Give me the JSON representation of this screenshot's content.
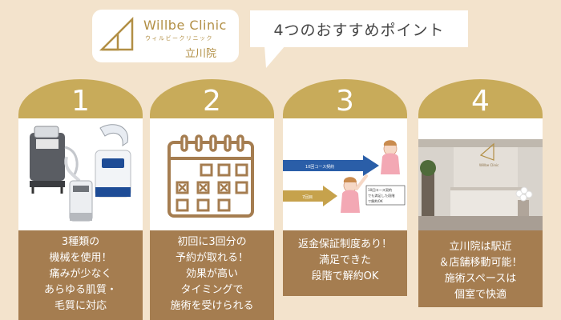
{
  "logo": {
    "name": "Willbe Clinic",
    "kana": "ウィルビークリニック",
    "branch": "立川院"
  },
  "heading": "4つのおすすめポイント",
  "colors": {
    "background": "#f3e3cc",
    "gold": "#c8ab5a",
    "brown": "#a57d50"
  },
  "points": [
    {
      "number": "1",
      "lines": [
        "3種類の",
        "機械を使用！",
        "痛みが少なく",
        "あらゆる肌質・",
        "毛質に対応"
      ]
    },
    {
      "number": "2",
      "lines": [
        "初回に3回分の",
        "予約が取れる！",
        "効果が高い",
        "タイミングで",
        "施術を受けられる"
      ]
    },
    {
      "number": "3",
      "lines": [
        "返金保証制度あり！",
        "満足できた",
        "段階で解約OK"
      ],
      "image": {
        "top_arrow": "10回コース契約",
        "bottom_arrow": "7回目",
        "note": [
          "10回コース契約",
          "でも満足した段階",
          "で解約OK"
        ]
      }
    },
    {
      "number": "4",
      "lines": [
        "立川院は駅近",
        "＆店舗移動可能！",
        "施術スペースは",
        "個室で快適"
      ],
      "image": {
        "sign": "Willbe Clinic"
      }
    }
  ]
}
